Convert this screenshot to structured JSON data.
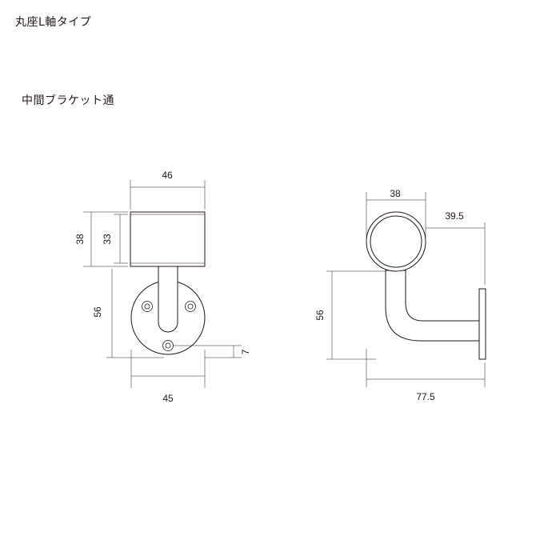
{
  "header": {
    "title": "丸座L軸タイプ",
    "subtitle": "中間ブラケット通"
  },
  "front_view": {
    "dims": {
      "width_top": "46",
      "height_outer": "38",
      "height_inner": "33",
      "height_stem": "56",
      "hole_offset": "7",
      "width_base": "45"
    }
  },
  "side_view": {
    "dims": {
      "diameter": "38",
      "offset": "39.5",
      "height_stem": "56",
      "depth": "77.5"
    }
  },
  "colors": {
    "line": "#231815",
    "background": "#ffffff"
  }
}
